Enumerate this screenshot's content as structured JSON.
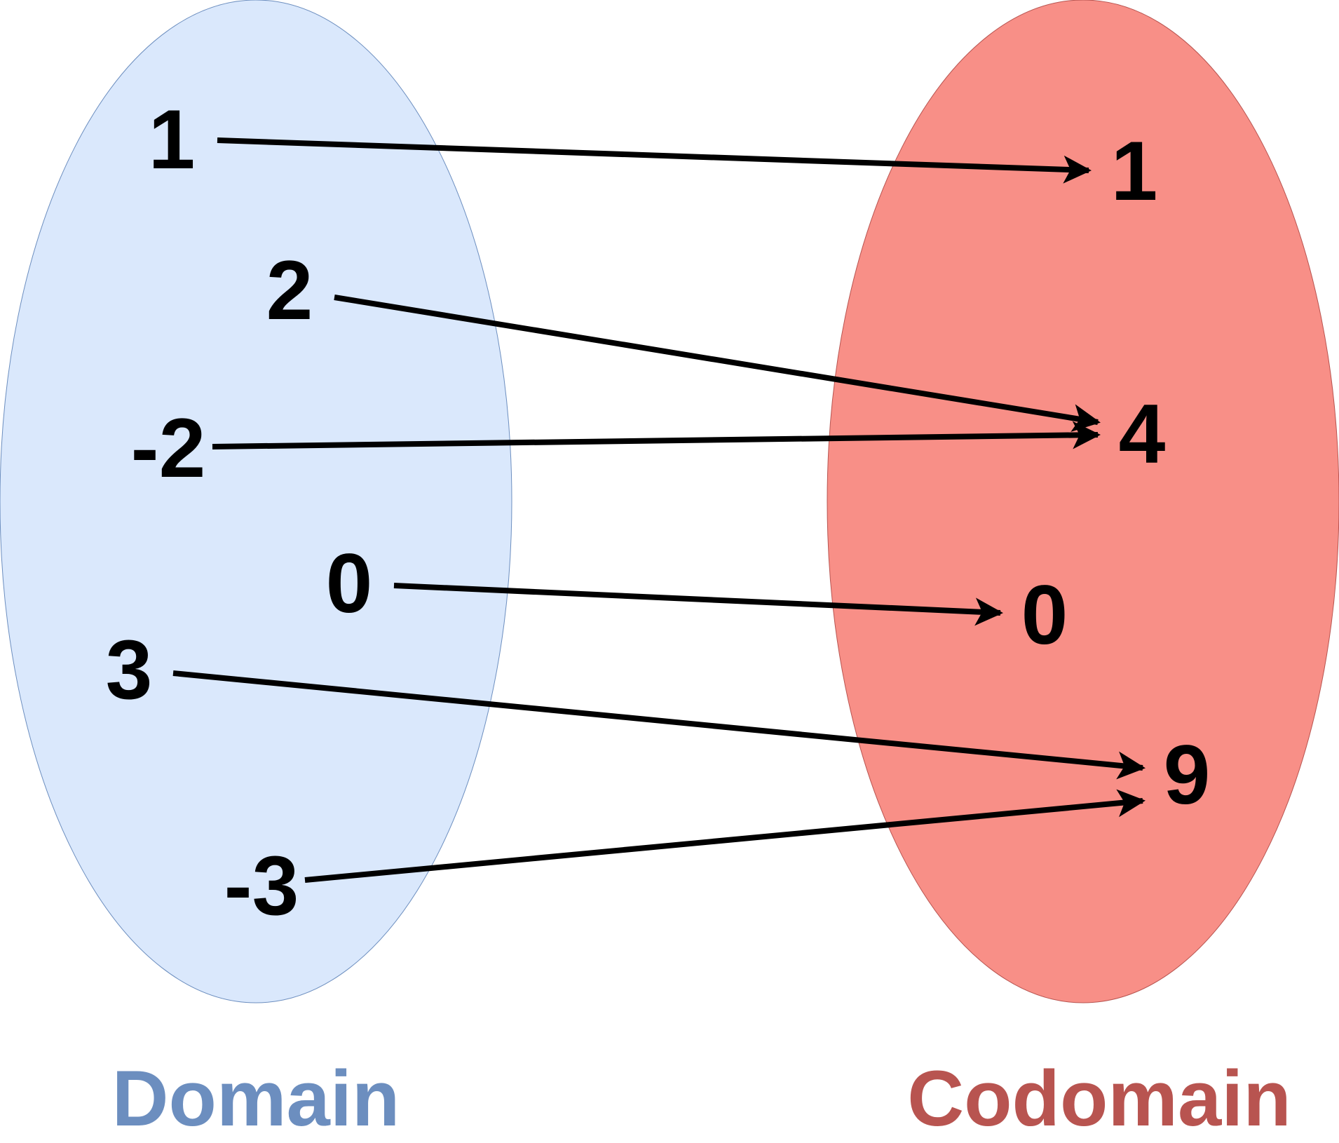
{
  "colors": {
    "domain_fill": "#dae8fc",
    "domain_stroke": "#6c8ebf",
    "codomain_fill": "#f88f87",
    "codomain_stroke": "#b85450",
    "domain_label": "#6c8ebf",
    "codomain_label": "#b85450",
    "arrow": "#000000"
  },
  "domain": {
    "label": "Domain",
    "elements": [
      "1",
      "2",
      "-2",
      "0",
      "3",
      "-3"
    ]
  },
  "codomain": {
    "label": "Codomain",
    "elements": [
      "1",
      "4",
      "0",
      "9"
    ]
  },
  "mappings": [
    {
      "from": "1",
      "to": "1"
    },
    {
      "from": "2",
      "to": "4"
    },
    {
      "from": "-2",
      "to": "4"
    },
    {
      "from": "0",
      "to": "0"
    },
    {
      "from": "3",
      "to": "9"
    },
    {
      "from": "-3",
      "to": "9"
    }
  ]
}
